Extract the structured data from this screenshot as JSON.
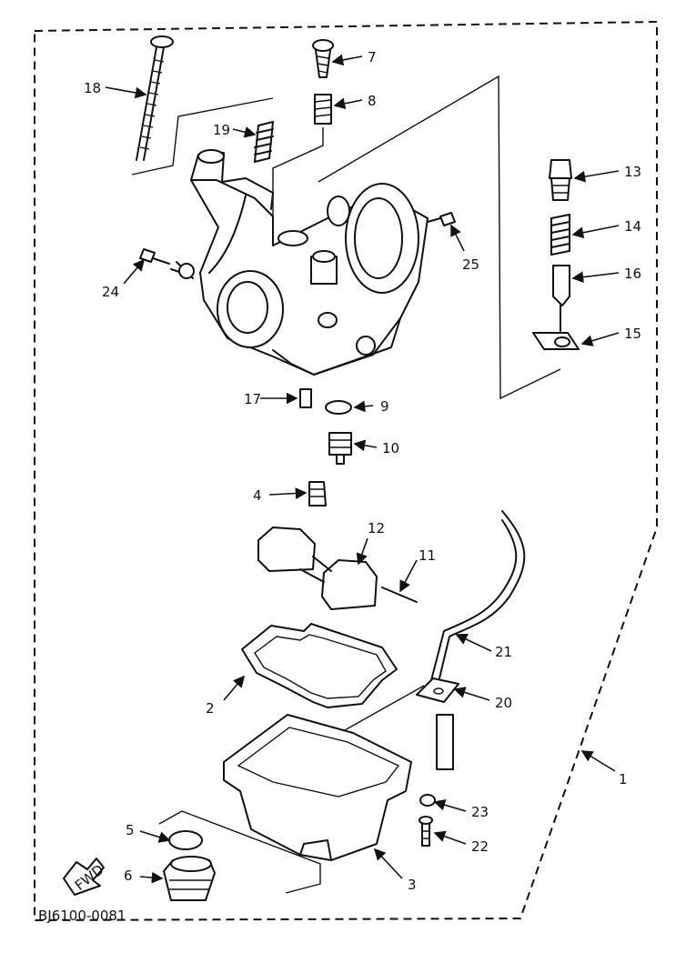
{
  "diagram": {
    "code": "BJ6100-0081",
    "fwd_label": "FWD",
    "callouts": [
      "1",
      "2",
      "3",
      "4",
      "5",
      "6",
      "7",
      "8",
      "9",
      "10",
      "11",
      "12",
      "13",
      "14",
      "15",
      "16",
      "17",
      "18",
      "19",
      "20",
      "21",
      "22",
      "23",
      "24",
      "25"
    ]
  }
}
